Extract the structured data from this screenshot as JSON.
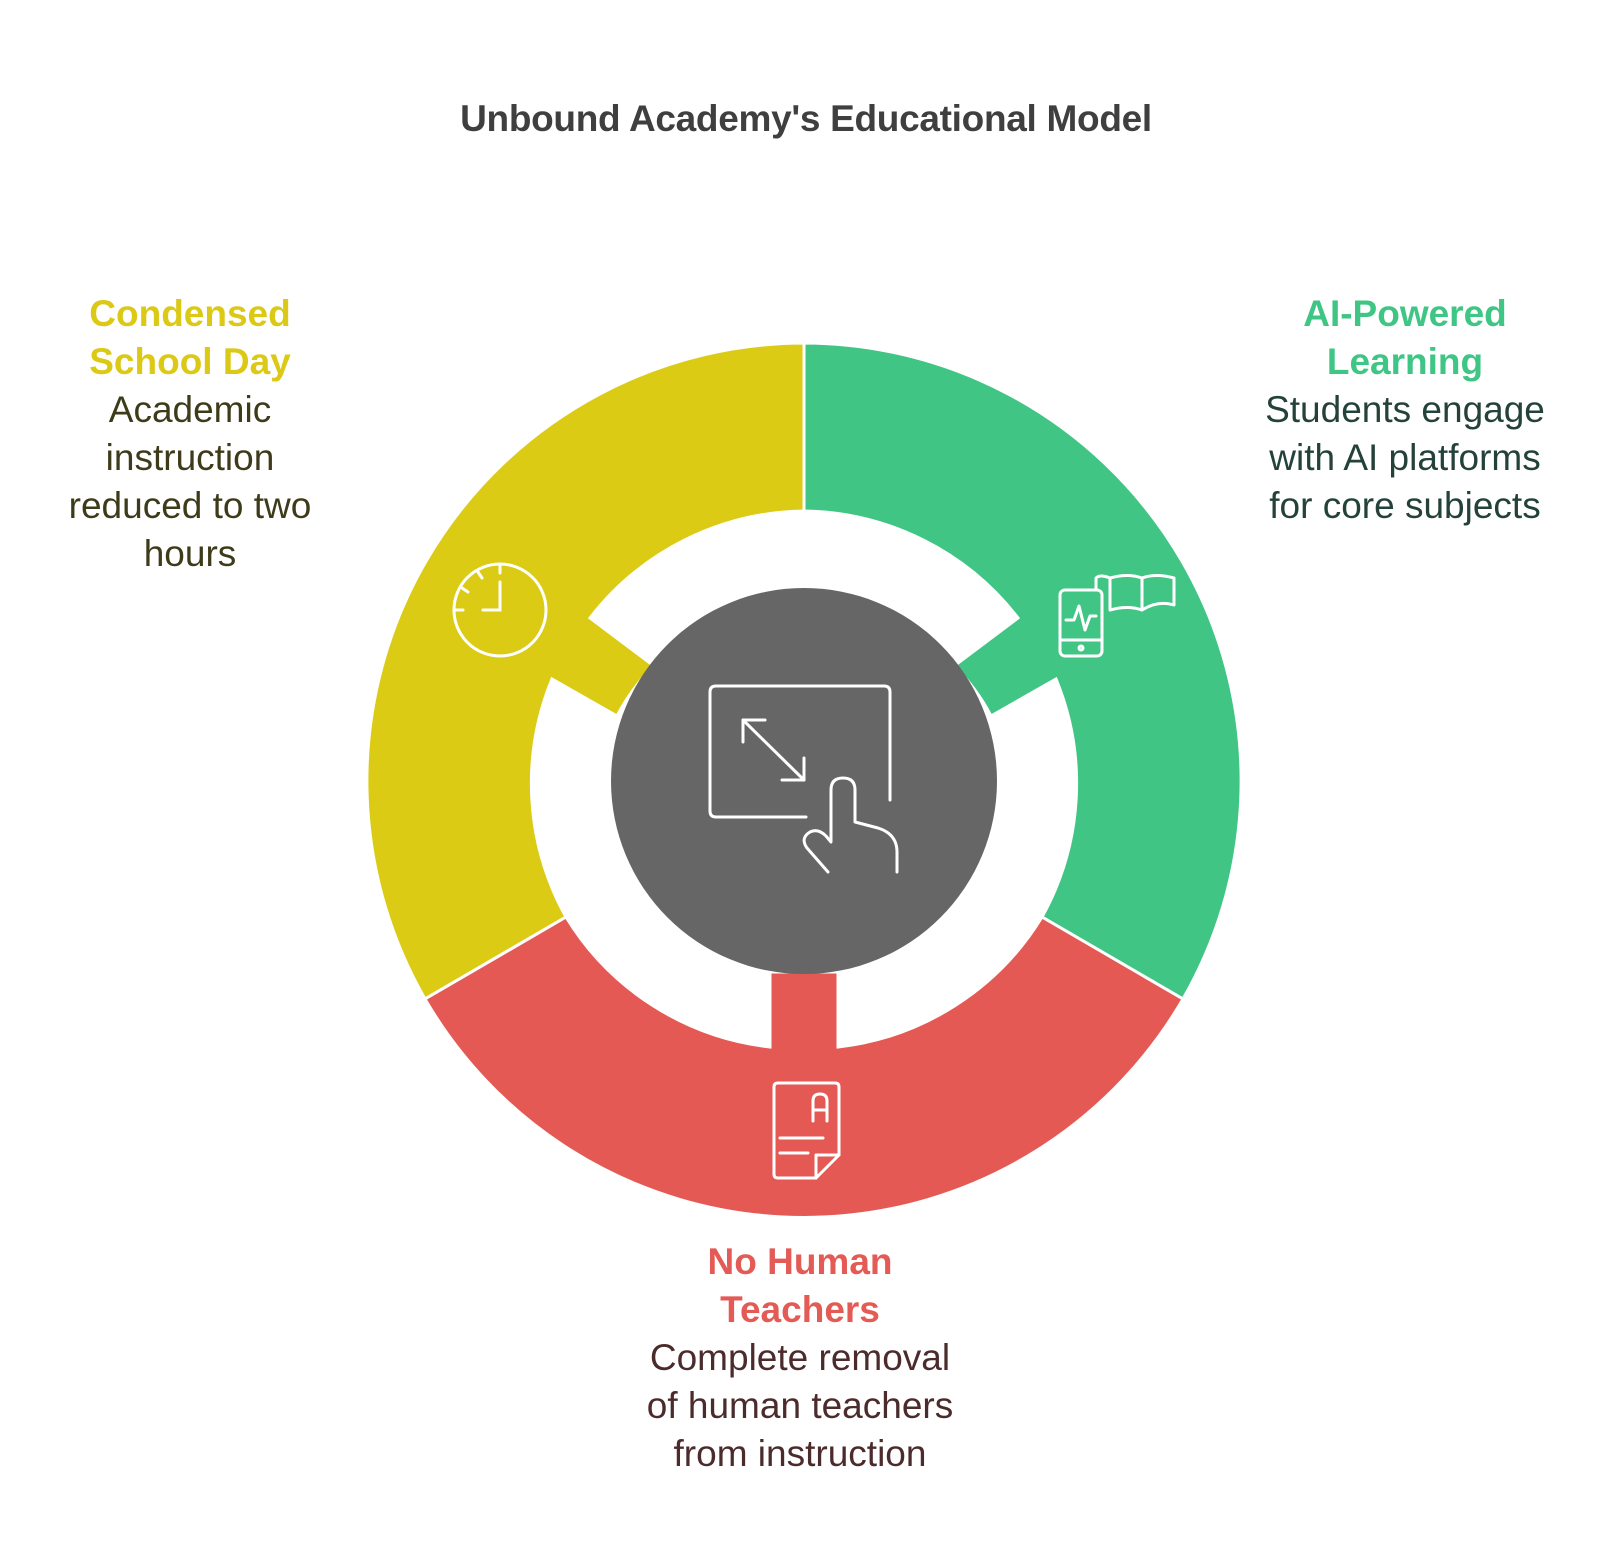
{
  "title": "Unbound Academy's Educational Model",
  "colors": {
    "condensed": "#dccb15",
    "ai": "#40c585",
    "teachers": "#e55955",
    "center": "#666666"
  },
  "segments": [
    {
      "key": "condensed",
      "heading_line1": "Condensed",
      "heading_line2": "School Day",
      "desc_line1": "Academic",
      "desc_line2": "instruction",
      "desc_line3": "reduced to two",
      "desc_line4": "hours",
      "icon": "clock-icon"
    },
    {
      "key": "ai",
      "heading_line1": "AI-Powered",
      "heading_line2": "Learning",
      "desc_line1": "Students engage",
      "desc_line2": "with AI platforms",
      "desc_line3": "for core subjects",
      "icon": "phone-book-icon"
    },
    {
      "key": "teachers",
      "heading_line1": "No Human",
      "heading_line2": "Teachers",
      "desc_line1": "Complete removal",
      "desc_line2": "of human teachers",
      "desc_line3": "from instruction",
      "icon": "graded-document-icon"
    }
  ],
  "center_icon": "touch-resize-screen-icon"
}
